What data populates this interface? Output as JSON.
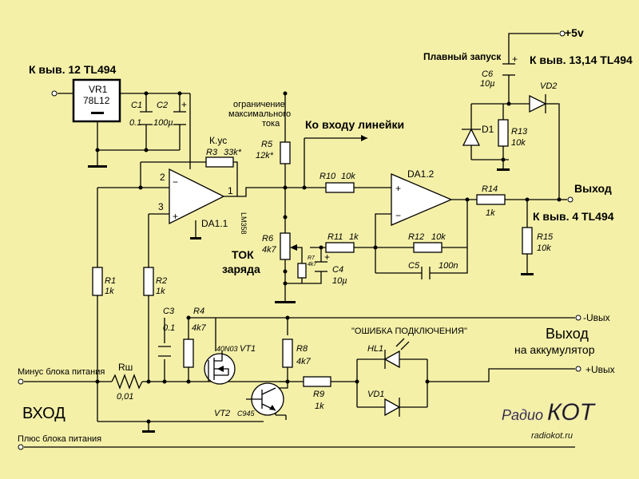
{
  "diagram": {
    "colors": {
      "background": "#f4f0a8",
      "wire": "#000000",
      "logo": "#c9b8d8"
    },
    "top_left_label": "К выв. 12 TL494",
    "vr1": {
      "name": "VR1",
      "type": "78L12"
    },
    "c1": {
      "name": "C1",
      "value": "0.1"
    },
    "c2": {
      "name": "C2",
      "value": "100µ"
    },
    "current_limit_note": [
      "ограничение",
      "максимального",
      "тока"
    ],
    "kus": "К.ус",
    "r3": {
      "name": "R3",
      "value": "33k*"
    },
    "r5": {
      "name": "R5",
      "value": "12k*"
    },
    "to_scale_input": "Ко входу линейки",
    "r10": {
      "name": "R10",
      "value": "10k"
    },
    "da11": {
      "name": "DA1.1",
      "type": "LM358"
    },
    "da12": {
      "name": "DA1.2"
    },
    "pin1": "1",
    "pin2": "2",
    "pin3": "3",
    "minus": "−",
    "plus": "+",
    "plus5v": "+5v",
    "soft_start": "Плавный запуск",
    "pins_13_14": "К выв. 13,14 TL494",
    "c6": {
      "name": "C6",
      "value": "10µ"
    },
    "vd2": {
      "name": "VD2"
    },
    "d1": {
      "name": "D1"
    },
    "r13": {
      "name": "R13",
      "value": "10k"
    },
    "output": "Выход",
    "r14": {
      "name": "R14",
      "value": "1k"
    },
    "pin4": "К выв. 4 TL494",
    "r15": {
      "name": "R15",
      "value": "10k"
    },
    "r6": {
      "name": "R6",
      "value": "4k7"
    },
    "r7": {
      "name": "R7",
      "value": "4k7"
    },
    "charge_current": [
      "ТОК",
      "заряда"
    ],
    "c4": {
      "name": "C4",
      "value": "10µ"
    },
    "r11": {
      "name": "R11",
      "value": "1k"
    },
    "r12": {
      "name": "R12",
      "value": "10k"
    },
    "c5": {
      "name": "C5",
      "value": "100n"
    },
    "r1": {
      "name": "R1",
      "value": "1k"
    },
    "r2": {
      "name": "R2",
      "value": "1k"
    },
    "c3": {
      "name": "C3",
      "value": "0.1"
    },
    "r4": {
      "name": "R4",
      "value": "4k7"
    },
    "vt1": {
      "name": "VT1",
      "type": "40N03"
    },
    "r8": {
      "name": "R8",
      "value": "4k7"
    },
    "minus_uout": "-Uвых",
    "connection_error": "\"ОШИБКА ПОДКЛЮЧЕНИЯ\"",
    "hl1": {
      "name": "HL1"
    },
    "vd1": {
      "name": "VD1"
    },
    "battery_output": [
      "Выход",
      "на аккумулятор"
    ],
    "plus_uout": "+Uвых",
    "minus_supply": "Минус блока питания",
    "rsh": {
      "name": "Rш",
      "value": "0,01"
    },
    "r9": {
      "name": "R9",
      "value": "1k"
    },
    "vt2": {
      "name": "VT2",
      "type": "C945"
    },
    "input_label": "ВХОД",
    "plus_supply": "Плюс блока питания",
    "logo": [
      "Радио",
      "КОТ"
    ],
    "site": "radiokot.ru"
  }
}
